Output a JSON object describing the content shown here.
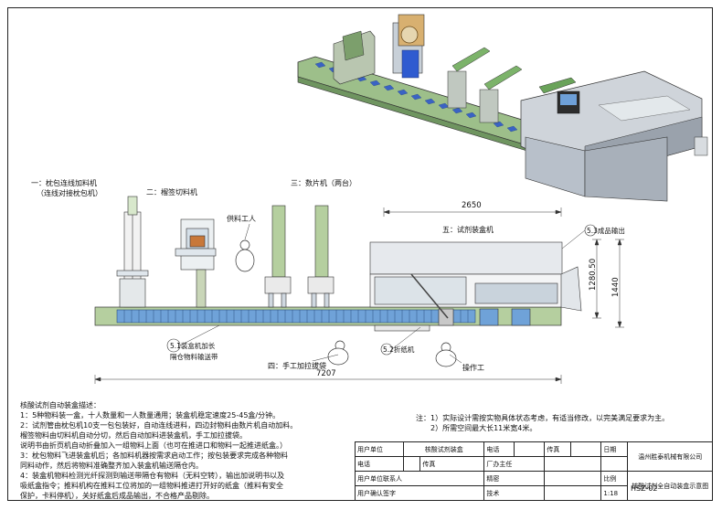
{
  "labels": {
    "pillow_feeder": "一：枕包连线加料机",
    "pillow_feeder_sub": "（连线对接枕包机）",
    "label_cutter": "二：榴签切料机",
    "counter": "三：数片机（两台）",
    "cartoner": "五：试剂装盒机",
    "feeder_worker": "供料工人",
    "conveyor_note_1": "5.1装盒机加长",
    "conveyor_note_2": "隔仓物料输送带",
    "folding": "5.2折纸机",
    "manual_insert": "四：手工加拉拔袋",
    "operator": "操作工",
    "output": "5.3成品输出"
  },
  "dimensions": {
    "total_length": "7207",
    "cartoner_length": "2650",
    "height_a": "1280.50",
    "height_b": "1440"
  },
  "description": {
    "title": "核酸试剂自动装盒描述：",
    "lines": [
      "1：5种物料装一盒，十人数量和一人数量通用；装盒机稳定速度25-45盒/分钟。",
      "2：试剂管由枕包机10支一包包装好，自动连线进料，四边封物料由数片机自动加料。",
      "   榴签物料由切料机自动分切，然后自动加料进装盒机，手工加拉拔袋。",
      "   说明书由折页机自动折叠加入一组物料上面（也可在推进口和物料一起推进纸盒。）",
      "3：枕包物料飞进装盒机后；各加料机器按需求启动工作；按包装要求完成各种物料",
      "   同料动作，然后将物料准确整齐加入装盒机输送隔仓内。",
      "4：装盒机物料检测光纤探测到输送带隔仓有物料（无料空转），输出加说明书以及",
      "   吸纸盒指令；推料机构在推料工位将加的一组物料推进打开好的纸盒（推料有安全",
      "   保护，卡料停机），关好纸盒后成品输出，不合格产品剔除。"
    ]
  },
  "notes": {
    "prefix": "注：",
    "lines": [
      "1）实际设计需按实物具体状态考虑，有适当修改，以完美满足要求为主。",
      "2）所需空间最大长11米宽4米。"
    ]
  },
  "title_block": {
    "user_unit_label": "用户单位",
    "user_unit_value": "核酸试剂装盒",
    "phone_label": "电话",
    "fax_label": "传真",
    "factory_head_label": "厂办主任",
    "contact_label": "用户单位联系人",
    "precision_label": "精密",
    "tech_label": "技术",
    "confirm_label": "用户确认签字",
    "date_label": "日期",
    "scale_label": "比例",
    "scale_value": "1:18",
    "company": "温州胜泰机械有限公司",
    "drawing_title": "核酸试剂全自动装盒示意图",
    "drawing_no": "HSZ-02"
  }
}
